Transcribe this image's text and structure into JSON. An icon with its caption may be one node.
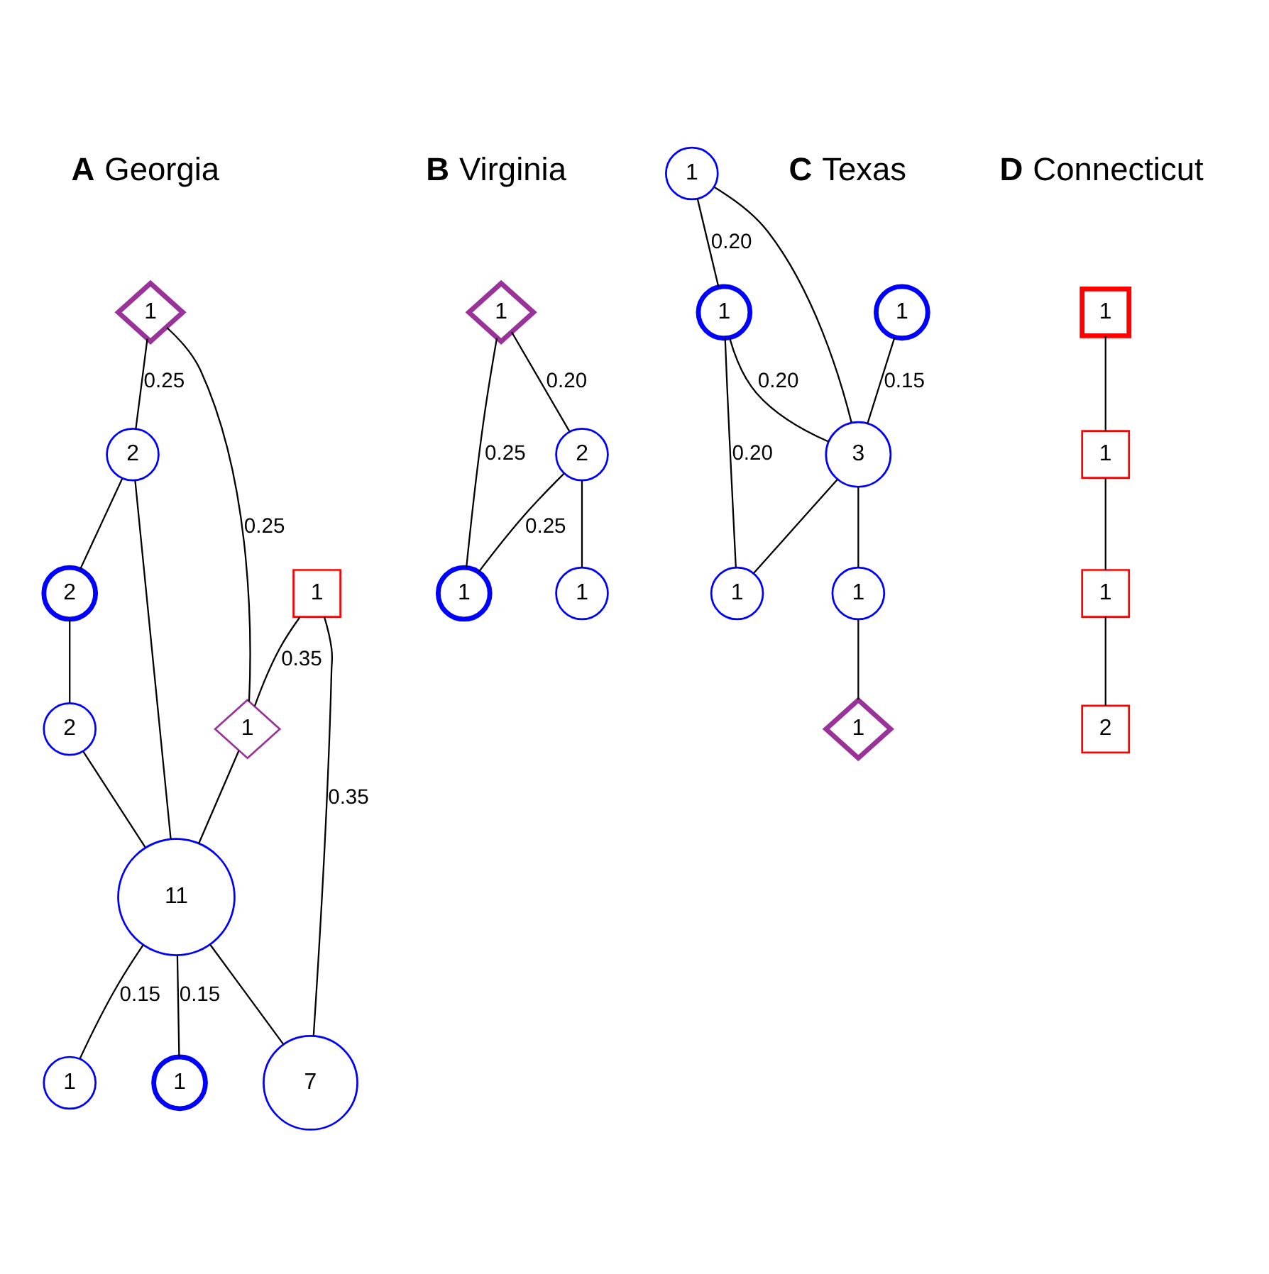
{
  "diagram": {
    "nodes": [
      {
        "text": [
          "1"
        ]
      },
      {
        "text": [
          "1"
        ]
      },
      {
        "text": [
          "1"
        ]
      },
      {
        "text": [
          "2"
        ]
      },
      {
        "text": [
          "11"
        ]
      },
      {
        "text": [
          "7"
        ]
      },
      {
        "text": [
          "2"
        ]
      },
      {
        "text": [
          "2"
        ]
      },
      {
        "text": [
          "1"
        ]
      },
      {
        "text": [
          "1"
        ]
      },
      {
        "text": [
          "1"
        ]
      },
      {
        "text": [
          "1"
        ]
      },
      {
        "text": [
          "2"
        ]
      },
      {
        "text": [
          "1"
        ]
      },
      {
        "text": [
          "1"
        ]
      },
      {
        "text": [
          "1"
        ]
      },
      {
        "text": [
          "3"
        ]
      },
      {
        "text": [
          "1"
        ]
      },
      {
        "text": [
          "1"
        ]
      },
      {
        "text": [
          "1"
        ]
      },
      {
        "text": [
          "1"
        ]
      },
      {
        "text": [
          "1"
        ]
      },
      {
        "text": [
          "1"
        ]
      },
      {
        "text": [
          "1"
        ]
      },
      {
        "text": [
          "2"
        ]
      }
    ],
    "edges": [
      {
        "from": 0,
        "to": 2,
        "arrow": "none",
        "label": "0.25"
      },
      {
        "from": 0,
        "to": 3,
        "arrow": "none",
        "label": "0.25"
      },
      {
        "from": 1,
        "to": 2,
        "arrow": "none",
        "label": "0.35"
      },
      {
        "from": 1,
        "to": 5,
        "arrow": "none",
        "label": "0.35"
      },
      {
        "from": 2,
        "to": 4,
        "arrow": "none"
      },
      {
        "from": 3,
        "to": 4,
        "arrow": "none"
      },
      {
        "from": 3,
        "to": 6,
        "arrow": "none"
      },
      {
        "from": 6,
        "to": 7,
        "arrow": "none"
      },
      {
        "from": 7,
        "to": 4,
        "arrow": "none"
      },
      {
        "from": 4,
        "to": 5,
        "arrow": "none"
      },
      {
        "from": 4,
        "to": 8,
        "arrow": "none",
        "label": "0.15"
      },
      {
        "from": 4,
        "to": 9,
        "arrow": "none",
        "label": "0.15"
      },
      {
        "from": 10,
        "to": 11,
        "arrow": "none",
        "label": "0.25"
      },
      {
        "from": 10,
        "to": 12,
        "arrow": "none",
        "label": "0.20"
      },
      {
        "from": 12,
        "to": 11,
        "arrow": "none",
        "label": "0.25"
      },
      {
        "from": 12,
        "to": 13,
        "arrow": "none"
      },
      {
        "from": 14,
        "to": 16,
        "arrow": "none",
        "label": "0.15"
      },
      {
        "from": 15,
        "to": 16,
        "arrow": "none"
      },
      {
        "from": 16,
        "to": 17,
        "arrow": "none"
      },
      {
        "from": 17,
        "to": 18,
        "arrow": "none"
      },
      {
        "from": 15,
        "to": 19,
        "arrow": "none",
        "label": "0.20"
      },
      {
        "from": 19,
        "to": 16,
        "arrow": "none",
        "label": "0.20"
      },
      {
        "from": 16,
        "to": 20,
        "arrow": "none"
      },
      {
        "from": 19,
        "to": 20,
        "arrow": "none",
        "label": "0.20"
      },
      {
        "from": 21,
        "to": 22,
        "arrow": "none"
      },
      {
        "from": 22,
        "to": 23,
        "arrow": "none"
      },
      {
        "from": 23,
        "to": 24,
        "arrow": "none"
      }
    ],
    "labels": [
      "A",
      "Georgia",
      "B",
      "Virginia",
      "C",
      "Texas",
      "D",
      "Connecticut"
    ]
  }
}
